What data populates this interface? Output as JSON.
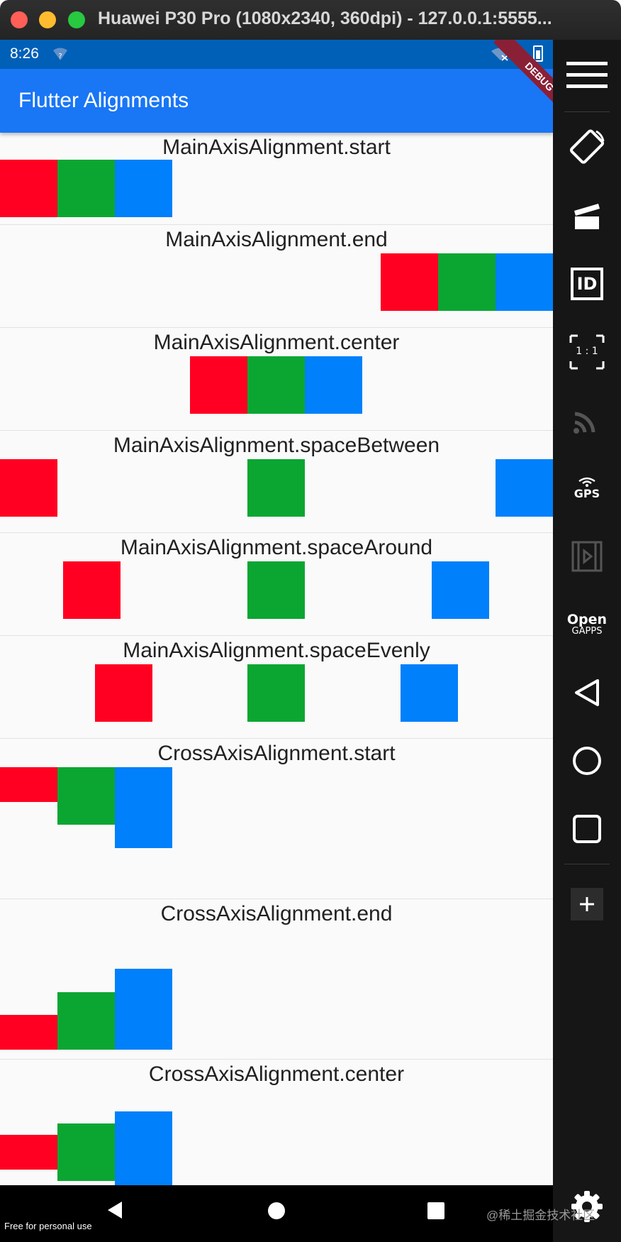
{
  "window": {
    "title": "Huawei P30 Pro (1080x2340, 360dpi) - 127.0.0.1:5555..."
  },
  "status_bar": {
    "time": "8:26",
    "icons": [
      "wifi-question-icon",
      "signal-off-icon",
      "battery-icon"
    ]
  },
  "app": {
    "title": "Flutter Alignments",
    "debug_banner": "DEBUG"
  },
  "sections": [
    {
      "label": "MainAxisAlignment.start"
    },
    {
      "label": "MainAxisAlignment.end"
    },
    {
      "label": "MainAxisAlignment.center"
    },
    {
      "label": "MainAxisAlignment.spaceBetween"
    },
    {
      "label": "MainAxisAlignment.spaceAround"
    },
    {
      "label": "MainAxisAlignment.spaceEvenly"
    },
    {
      "label": "CrossAxisAlignment.start"
    },
    {
      "label": "CrossAxisAlignment.end"
    },
    {
      "label": "CrossAxisAlignment.center"
    }
  ],
  "colors": {
    "red": "#ff0022",
    "green": "#0ba632",
    "blue": "#0080fa",
    "app_bar": "#1976f5",
    "status_bar": "#0060b8"
  },
  "nav_bar": {
    "icons": [
      "back-icon",
      "home-icon",
      "recents-icon"
    ],
    "footer_text": "Free for personal use"
  },
  "toolbar": {
    "items": [
      "menu-icon",
      "rotate-icon",
      "screenshot-icon",
      "identify-icon",
      "scale-1-1-icon",
      "cast-icon",
      "gps-icon",
      "screen-record-icon",
      "open-gapps-icon",
      "back-icon",
      "home-icon",
      "recents-icon",
      "add-icon",
      "settings-icon"
    ],
    "scale_label": "1 : 1",
    "gps_label": "GPS",
    "id_label": "ID",
    "open_label": "Open",
    "gapps_label": "GAPPS"
  },
  "watermark": "@稀土掘金技术社区"
}
